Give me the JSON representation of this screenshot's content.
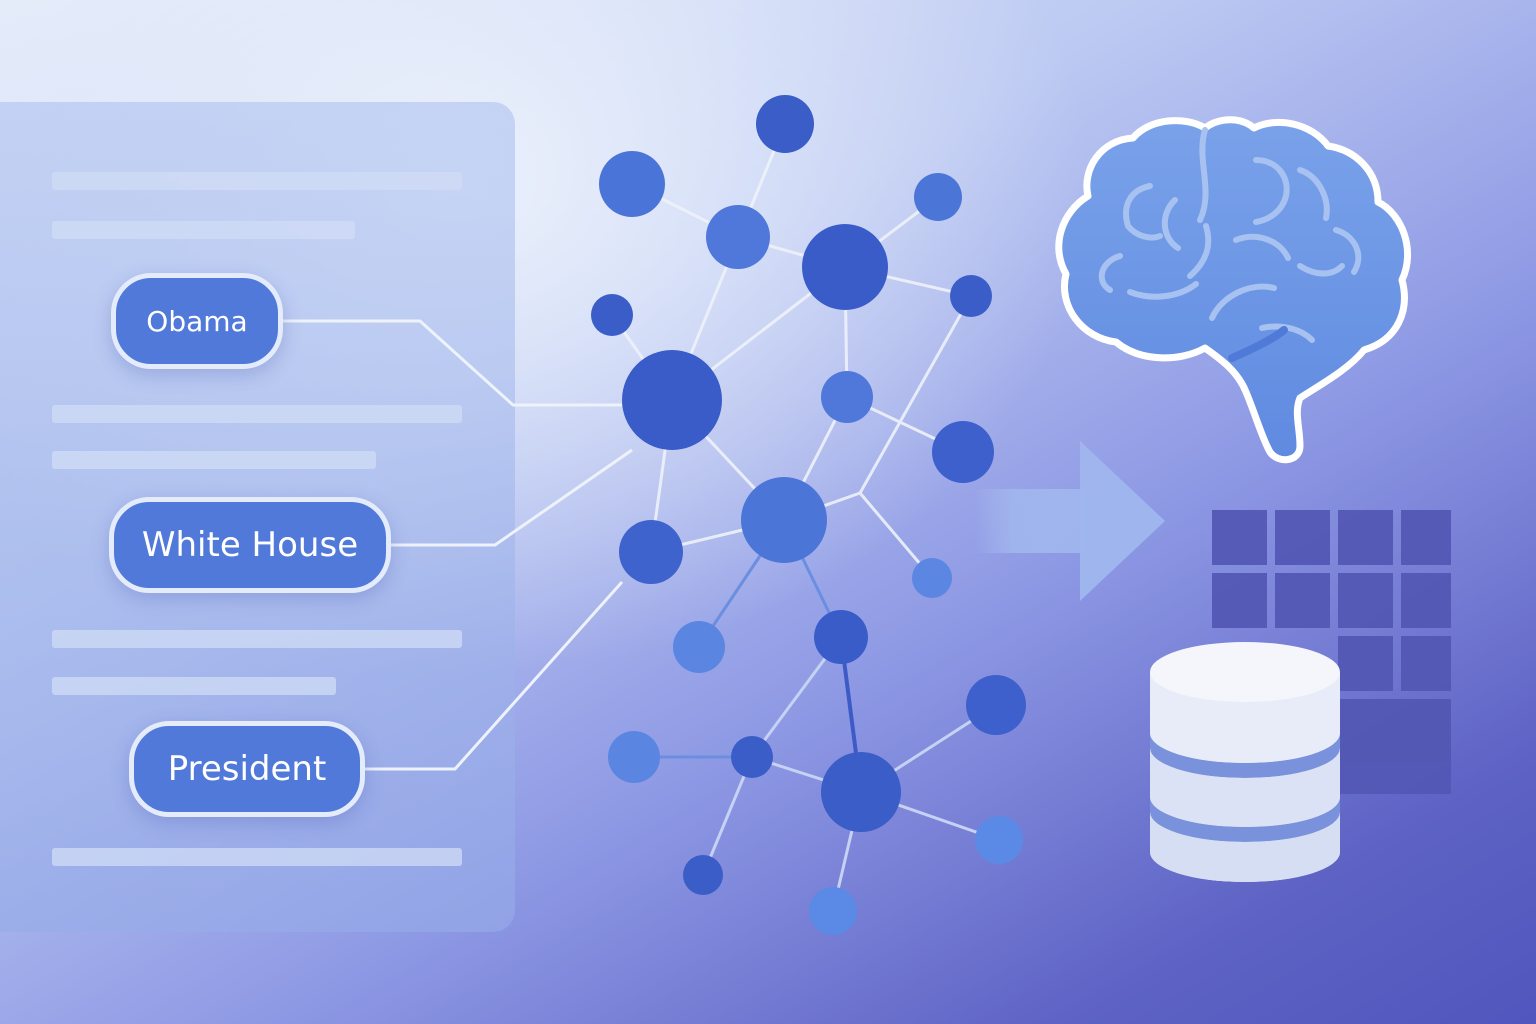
{
  "entities": {
    "obama": "Obama",
    "white_house": "White House",
    "president": "President"
  },
  "colors": {
    "node_dark": "#3a5cc8",
    "node_mid": "#4a72d6",
    "node_light": "#5a86e0",
    "tag_fill": "#5079da",
    "brain_fill": "#6d95e4",
    "arrow": "#9db5ec",
    "grid": "#5257b4",
    "database": "#e8ecf8"
  },
  "icons": [
    "document-panel",
    "knowledge-graph",
    "arrow-right-icon",
    "brain-icon",
    "table-grid-icon",
    "database-icon"
  ]
}
